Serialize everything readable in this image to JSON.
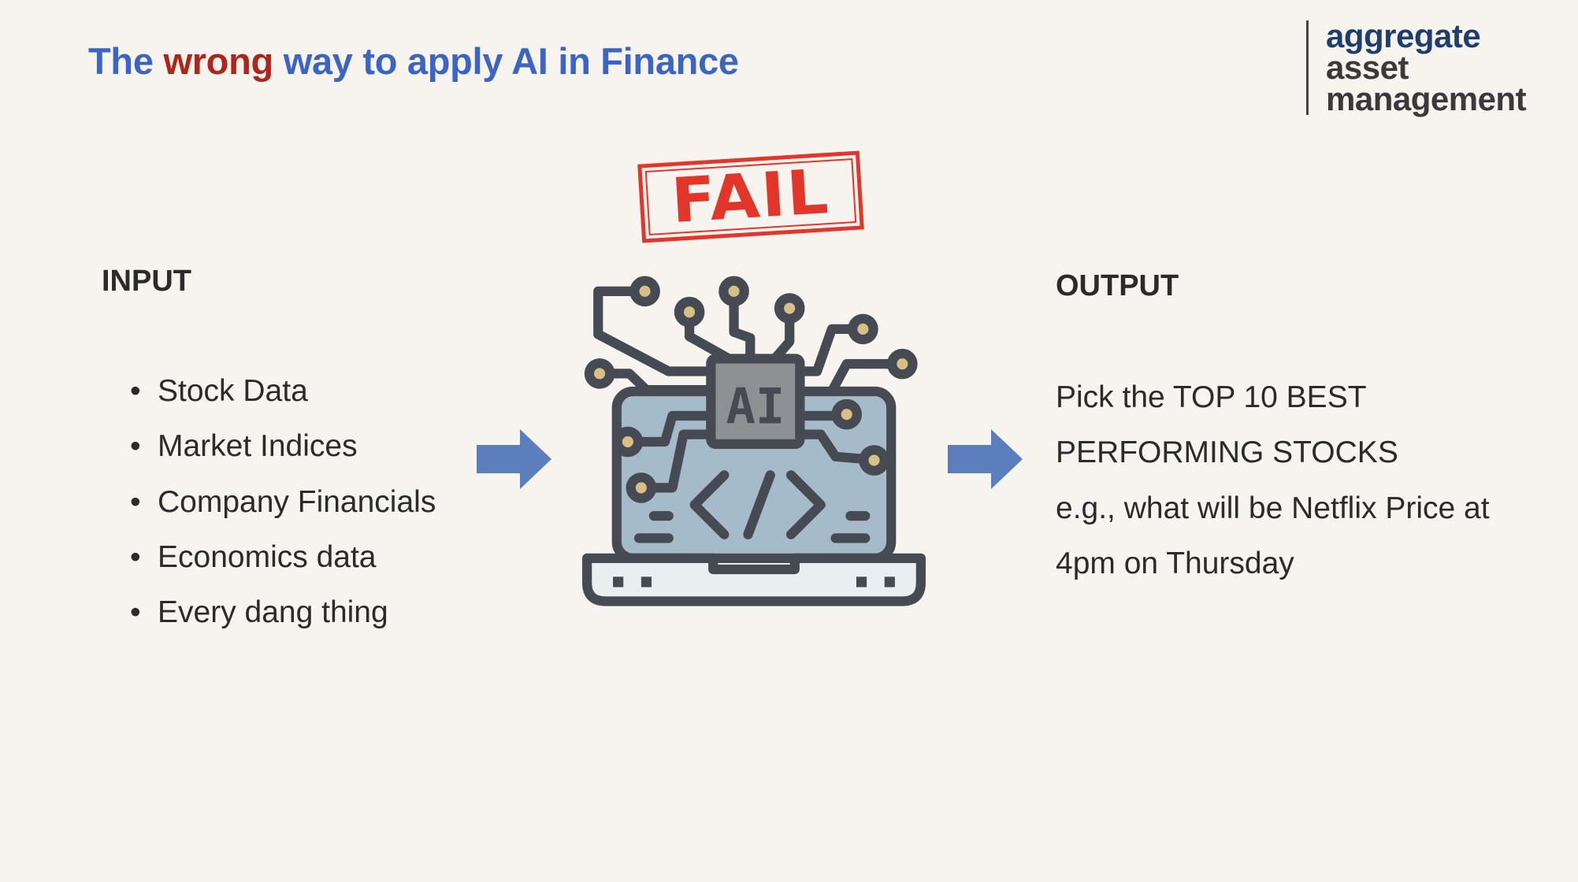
{
  "slide": {
    "title": {
      "prefix": "The",
      "highlight": "wrong",
      "suffix": "way to apply AI in Finance"
    },
    "logo": {
      "line1": "aggregate",
      "line2": "asset",
      "line3": "management"
    },
    "stamp": {
      "text": "FAIL"
    },
    "input": {
      "heading": "INPUT",
      "items": [
        "Stock Data",
        "Market Indices",
        "Company Financials",
        "Economics data",
        "Every dang thing"
      ]
    },
    "center_icon": {
      "label": "AI",
      "code_glyph": "</>"
    },
    "output": {
      "heading": "OUTPUT",
      "lines": [
        "Pick the TOP 10 BEST",
        "PERFORMING STOCKS",
        "e.g., what will be Netflix Price at",
        "4pm on Thursday"
      ]
    },
    "colors": {
      "background": "#f7f4ef",
      "title_blue": "#3a65c4",
      "title_red": "#b0251b",
      "logo_navy": "#1e3f6e",
      "logo_gray": "#3a3a3c",
      "stamp_red": "#e2362b",
      "arrow_blue": "#5a7fbc",
      "icon_screen": "#a6bbca",
      "icon_chip": "#8e9193",
      "icon_outline": "#464a52",
      "icon_node": "#d9bf85",
      "icon_base": "#e9eef1"
    }
  }
}
